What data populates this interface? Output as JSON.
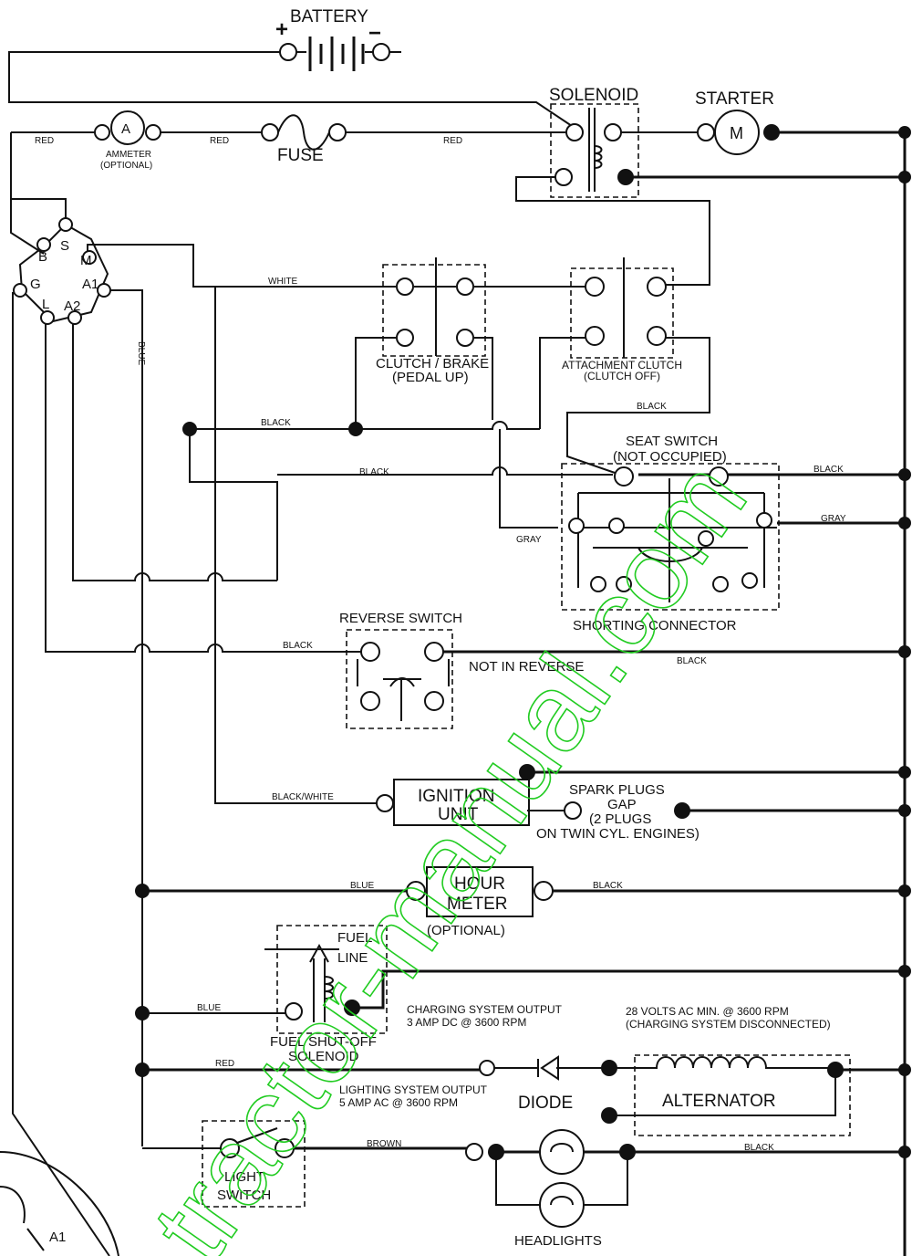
{
  "components": {
    "battery": "BATTERY",
    "battery_plus": "+",
    "battery_minus": "−",
    "solenoid": "SOLENOID",
    "starter": "STARTER",
    "starter_motor": "M",
    "ammeter_symbol": "A",
    "ammeter_line1": "AMMETER",
    "ammeter_line2": "(OPTIONAL)",
    "fuse": "FUSE",
    "clutch_brake_line1": "CLUTCH / BRAKE",
    "clutch_brake_line2": "(PEDAL UP)",
    "attachment_clutch_line1": "ATTACHMENT CLUTCH",
    "attachment_clutch_line2": "(CLUTCH OFF)",
    "seat_switch_line1": "SEAT SWITCH",
    "seat_switch_line2": "(NOT OCCUPIED)",
    "shorting_connector": "SHORTING CONNECTOR",
    "reverse_switch": "REVERSE SWITCH",
    "not_in_reverse": "NOT IN REVERSE",
    "ignition_line1": "IGNITION",
    "ignition_line2": "UNIT",
    "spark_line1": "SPARK PLUGS",
    "spark_line2": "GAP",
    "spark_line3": "(2 PLUGS",
    "spark_line4": "ON TWIN CYL. ENGINES)",
    "hour_line1": "HOUR",
    "hour_line2": "METER",
    "hour_line3": "(OPTIONAL)",
    "fuel_line1": "FUEL",
    "fuel_line2": "LINE",
    "fuel_sol_line1": "FUEL SHUT-OFF",
    "fuel_sol_line2": "SOLENOID",
    "charging_line1": "CHARGING SYSTEM OUTPUT",
    "charging_line2": "3 AMP DC @ 3600 RPM",
    "volts_line1": "28 VOLTS AC MIN. @ 3600 RPM",
    "volts_line2": "(CHARGING SYSTEM DISCONNECTED)",
    "lighting_line1": "LIGHTING SYSTEM OUTPUT",
    "lighting_line2": "5 AMP AC @ 3600 RPM",
    "diode": "DIODE",
    "alternator": "ALTERNATOR",
    "light_switch_line1": "LIGHT",
    "light_switch_line2": "SWITCH",
    "headlights": "HEADLIGHTS",
    "connector_label": "A1"
  },
  "key_switch_terminals": {
    "b": "B",
    "s": "S",
    "m": "M",
    "g": "G",
    "a1": "A1",
    "l": "L",
    "a2": "A2"
  },
  "wire_colors": {
    "red_1": "RED",
    "red_2": "RED",
    "red_3": "RED",
    "white": "WHITE",
    "blue_vertical": "BLUE",
    "black_1": "BLACK",
    "black_2": "BLACK",
    "black_3": "BLACK",
    "black_4": "BLACK",
    "black_5": "BLACK",
    "black_6": "BLACK",
    "black_7": "BLACK",
    "black_8": "BLACK",
    "gray_1": "GRAY",
    "gray_2": "GRAY",
    "black_white": "BLACK/WHITE",
    "blue_1": "BLUE",
    "blue_2": "BLUE",
    "red_4": "RED",
    "brown": "BROWN"
  },
  "watermark": "tractor-manual.com"
}
